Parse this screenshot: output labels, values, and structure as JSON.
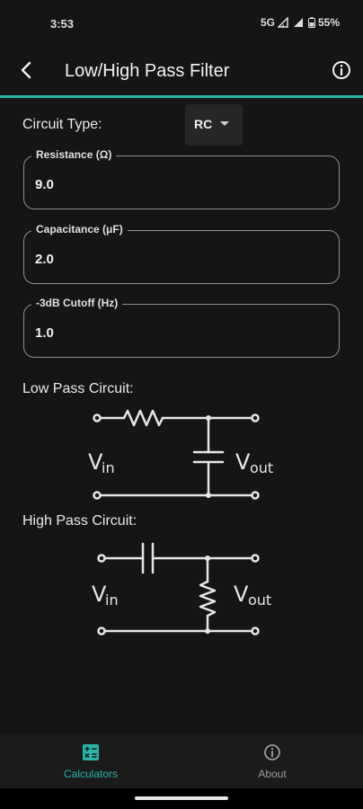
{
  "status_bar": {
    "time": "3:53",
    "network": "5G",
    "battery": "55%"
  },
  "app_bar": {
    "title": "Low/High Pass Filter"
  },
  "form": {
    "circuit_type_label": "Circuit Type:",
    "circuit_type_value": "RC",
    "resistance": {
      "label": "Resistance (Ω)",
      "value": "9.0"
    },
    "capacitance": {
      "label": "Capacitance (μF)",
      "value": "2.0"
    },
    "cutoff": {
      "label": "-3dB Cutoff (Hz)",
      "value": "1.0"
    }
  },
  "low_pass": {
    "title": "Low Pass Circuit:",
    "vin_base": "V",
    "vin_sub": "in",
    "vout_base": "V",
    "vout_sub": "out"
  },
  "high_pass": {
    "title": "High Pass Circuit:",
    "vin_base": "V",
    "vin_sub": "in",
    "vout_base": "V",
    "vout_sub": "out"
  },
  "nav": {
    "items": [
      {
        "label": "Calculators",
        "active": true
      },
      {
        "label": "About",
        "active": false
      }
    ]
  },
  "colors": {
    "accent": "#26b5a6",
    "surface": "#151515",
    "text": "#eeeeee",
    "muted": "#9a9a9a"
  },
  "icons": {
    "back": "arrow-left-icon",
    "info": "info-circle-icon",
    "calculators": "calculator-icon",
    "about": "info-circle-icon"
  }
}
